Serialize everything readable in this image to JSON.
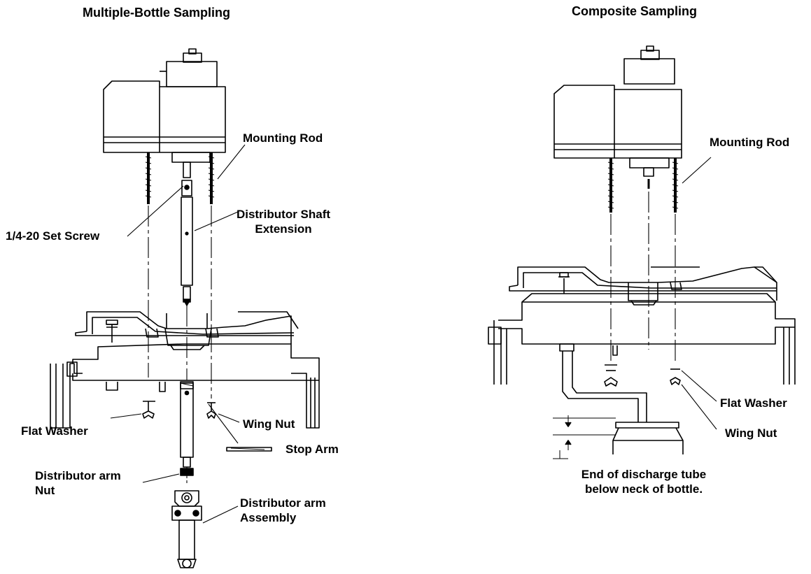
{
  "left": {
    "title": "Multiple-Bottle Sampling",
    "labels": {
      "mounting_rod": "Mounting Rod",
      "distributor_shaft_extension": [
        "Distributor Shaft",
        "Extension"
      ],
      "set_screw": "1/4-20 Set Screw",
      "flat_washer": "Flat Washer",
      "wing_nut": "Wing Nut",
      "stop_arm": "Stop Arm",
      "distributor_arm_nut": [
        "Distributor arm",
        "Nut"
      ],
      "distributor_arm_assembly": [
        "Distributor arm",
        "Assembly"
      ]
    }
  },
  "right": {
    "title": "Composite Sampling",
    "labels": {
      "mounting_rod": "Mounting Rod",
      "flat_washer": "Flat Washer",
      "wing_nut": "Wing Nut",
      "discharge_note": [
        "End of discharge tube",
        "below neck of bottle."
      ]
    }
  }
}
